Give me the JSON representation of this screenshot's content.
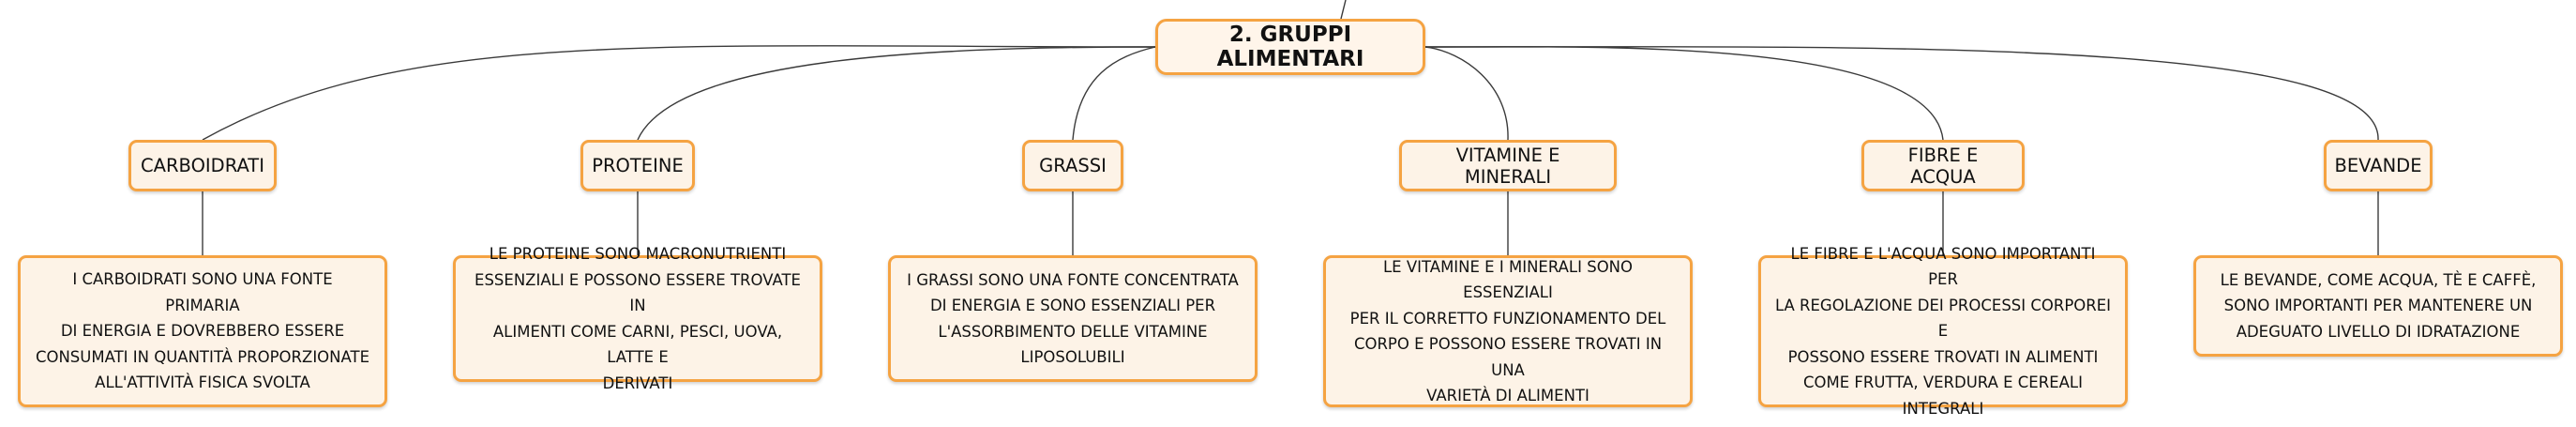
{
  "root": {
    "label": "2. GRUPPI ALIMENTARI"
  },
  "topics": [
    {
      "label": "CARBOIDRATI",
      "description": "I CARBOIDRATI SONO UNA FONTE PRIMARIA\nDI ENERGIA E DOVREBBERO ESSERE\nCONSUMATI IN QUANTITÀ PROPORZIONATE\nALL'ATTIVITÀ FISICA SVOLTA"
    },
    {
      "label": "PROTEINE",
      "description": "LE PROTEINE SONO MACRONUTRIENTI\nESSENZIALI E POSSONO ESSERE TROVATE IN\nALIMENTI COME CARNI, PESCI, UOVA, LATTE E\nDERIVATI"
    },
    {
      "label": "GRASSI",
      "description": "I GRASSI SONO UNA FONTE CONCENTRATA\nDI ENERGIA E SONO ESSENZIALI PER\nL'ASSORBIMENTO DELLE VITAMINE\nLIPOSOLUBILI"
    },
    {
      "label": "VITAMINE E MINERALI",
      "description": "LE VITAMINE E I MINERALI SONO ESSENZIALI\nPER IL CORRETTO FUNZIONAMENTO DEL\nCORPO E POSSONO ESSERE TROVATI IN UNA\nVARIETÀ DI ALIMENTI"
    },
    {
      "label": "FIBRE E ACQUA",
      "description": "LE FIBRE E L'ACQUA SONO IMPORTANTI PER\nLA REGOLAZIONE DEI PROCESSI CORPOREI E\nPOSSONO ESSERE TROVATI IN ALIMENTI\nCOME FRUTTA, VERDURA E CEREALI\nINTEGRALI"
    },
    {
      "label": "BEVANDE",
      "description": "LE BEVANDE, COME ACQUA, TÈ E CAFFÈ,\nSONO IMPORTANTI PER MANTENERE UN\nADEGUATO LIVELLO DI IDRATAZIONE"
    }
  ],
  "colors": {
    "node_border": "#f5a342",
    "node_fill": "#fdf3e7",
    "connector": "#3a3a3a",
    "text": "#111111"
  }
}
